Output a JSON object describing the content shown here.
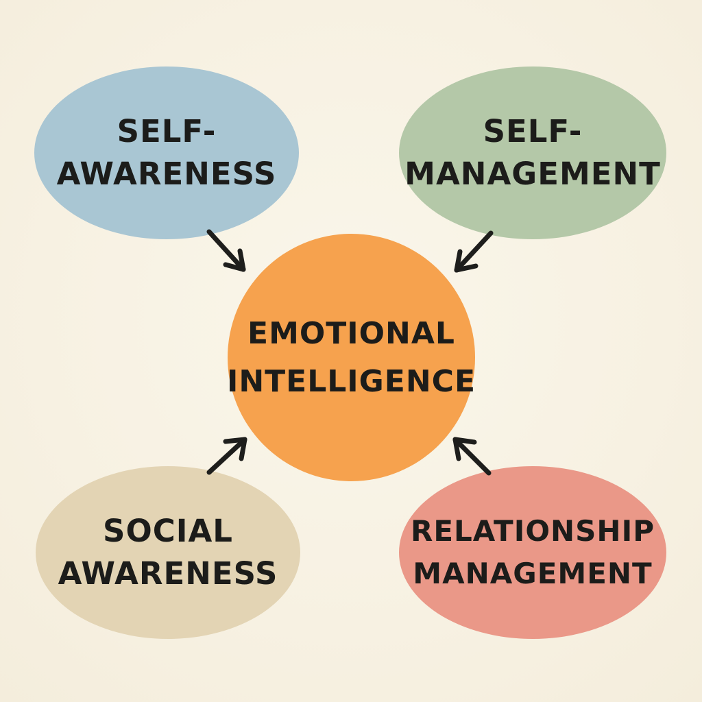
{
  "diagram": {
    "center": {
      "lines": [
        "EMOTIONAL",
        "INTELLIGENCE"
      ],
      "color": "#f6a24e"
    },
    "nodes": [
      {
        "id": "self-awareness",
        "lines": [
          "SELF-",
          "AWARENESS"
        ],
        "color": "#a9c6d3"
      },
      {
        "id": "self-management",
        "lines": [
          "SELF-",
          "MANAGEMENT"
        ],
        "color": "#b4c8a8"
      },
      {
        "id": "social-awareness",
        "lines": [
          "SOCIAL",
          "AWARENESS"
        ],
        "color": "#e3d4b4"
      },
      {
        "id": "relationship-management",
        "lines": [
          "RELATIONSHIP",
          "MANAGEMENT"
        ],
        "color": "#ea9888"
      }
    ],
    "arrow_color": "#1e1e1c",
    "background_color": "#f8f3e6"
  }
}
